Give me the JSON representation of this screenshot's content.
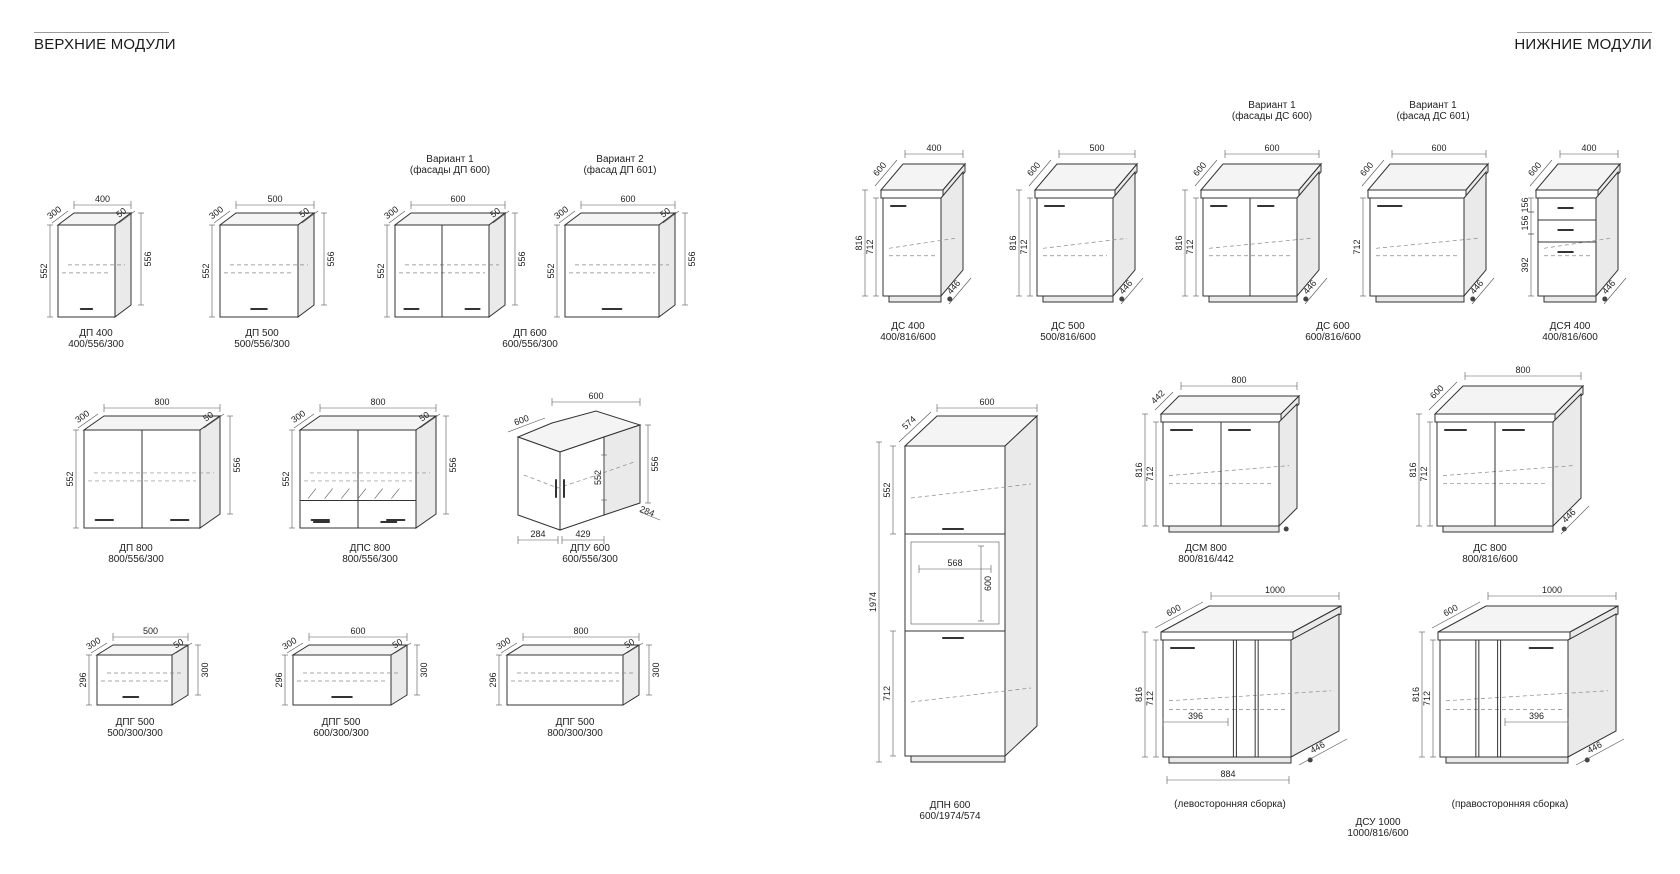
{
  "sections": {
    "upper": "ВЕРХНИЕ МОДУЛИ",
    "lower": "НИЖНИЕ МОДУЛИ"
  },
  "colors": {
    "line": "#333333",
    "text": "#222222",
    "background": "#ffffff"
  },
  "upper": {
    "variant_dp600_1": [
      "Вариант 1",
      "(фасады ДП 600)"
    ],
    "variant_dp600_2": [
      "Вариант 2",
      "(фасад ДП 601)"
    ],
    "dp400": {
      "w": "400",
      "h": "552",
      "h2": "556",
      "d": "300",
      "d2": "50",
      "name": "ДП 400",
      "size": "400/556/300"
    },
    "dp500": {
      "w": "500",
      "h": "552",
      "h2": "556",
      "d": "300",
      "d2": "50",
      "name": "ДП 500",
      "size": "500/556/300"
    },
    "dp600a": {
      "w": "600",
      "h": "552",
      "h2": "556",
      "d": "300",
      "d2": "50"
    },
    "dp600b": {
      "w": "600",
      "h": "552",
      "h2": "556",
      "d": "300",
      "d2": "50"
    },
    "dp600": {
      "name": "ДП 600",
      "size": "600/556/300"
    },
    "dp800": {
      "w": "800",
      "h": "552",
      "h2": "556",
      "d": "300",
      "d2": "50",
      "name": "ДП 800",
      "size": "800/556/300"
    },
    "dps800": {
      "w": "800",
      "h": "552",
      "h2": "556",
      "d": "300",
      "d2": "50",
      "name": "ДПС 800",
      "size": "800/556/300"
    },
    "dpu600": {
      "w": "600",
      "d": "600",
      "h2": "556",
      "h": "552",
      "d2": "284",
      "b1": "284",
      "b2": "429",
      "name": "ДПУ 600",
      "size": "600/556/300"
    },
    "dpg500a": {
      "w": "500",
      "h": "296",
      "h2": "300",
      "d": "300",
      "d2": "50",
      "name": "ДПГ 500",
      "size": "500/300/300"
    },
    "dpg500b": {
      "w": "600",
      "h": "296",
      "h2": "300",
      "d": "300",
      "d2": "50",
      "name": "ДПГ 500",
      "size": "600/300/300"
    },
    "dpg500c": {
      "w": "800",
      "h": "296",
      "h2": "300",
      "d": "300",
      "d2": "50",
      "name": "ДПГ 500",
      "size": "800/300/300"
    }
  },
  "lower": {
    "variant_ds600_1": [
      "Вариант 1",
      "(фасады ДС 600)"
    ],
    "variant_ds600_2": [
      "Вариант 1",
      "(фасад ДС 601)"
    ],
    "ds400": {
      "w": "400",
      "d": "600",
      "h": "816",
      "h2": "712",
      "d2": "446",
      "name": "ДС 400",
      "size": "400/816/600"
    },
    "ds500": {
      "w": "500",
      "d": "600",
      "h": "816",
      "h2": "712",
      "d2": "446",
      "name": "ДС 500",
      "size": "500/816/600"
    },
    "ds600a": {
      "w": "600",
      "d": "600",
      "h": "816",
      "h2": "712",
      "d2": "446"
    },
    "ds600b": {
      "w": "600",
      "d": "600",
      "h2": "712",
      "d2": "446"
    },
    "ds600": {
      "name": "ДС 600",
      "size": "600/816/600"
    },
    "dsya400": {
      "w": "400",
      "d": "600",
      "d1": "156",
      "d2b": "156",
      "d3": "392",
      "d2": "446",
      "name": "ДСЯ 400",
      "size": "400/816/600"
    },
    "dpn600": {
      "w": "600",
      "d": "574",
      "h1": "552",
      "h": "1974",
      "ow": "568",
      "oh": "600",
      "h2": "712",
      "name": "ДПН 600",
      "size": "600/1974/574"
    },
    "dsm800": {
      "w": "800",
      "d": "442",
      "h": "816",
      "h2": "712",
      "name": "ДСМ 800",
      "size": "800/816/442"
    },
    "ds800": {
      "w": "800",
      "d": "600",
      "h": "816",
      "h2": "712",
      "d2": "446",
      "name": "ДС 800",
      "size": "800/816/600"
    },
    "dsu_left": {
      "w": "1000",
      "d": "600",
      "h": "816",
      "h2": "712",
      "i": "396",
      "b": "884",
      "d2": "446",
      "note": "(левосторонняя сборка)"
    },
    "dsu_right": {
      "w": "1000",
      "d": "600",
      "h": "816",
      "h2": "712",
      "i": "396",
      "d2": "446",
      "note": "(правосторонняя сборка)"
    },
    "dsu": {
      "name": "ДСУ 1000",
      "size": "1000/816/600"
    }
  }
}
